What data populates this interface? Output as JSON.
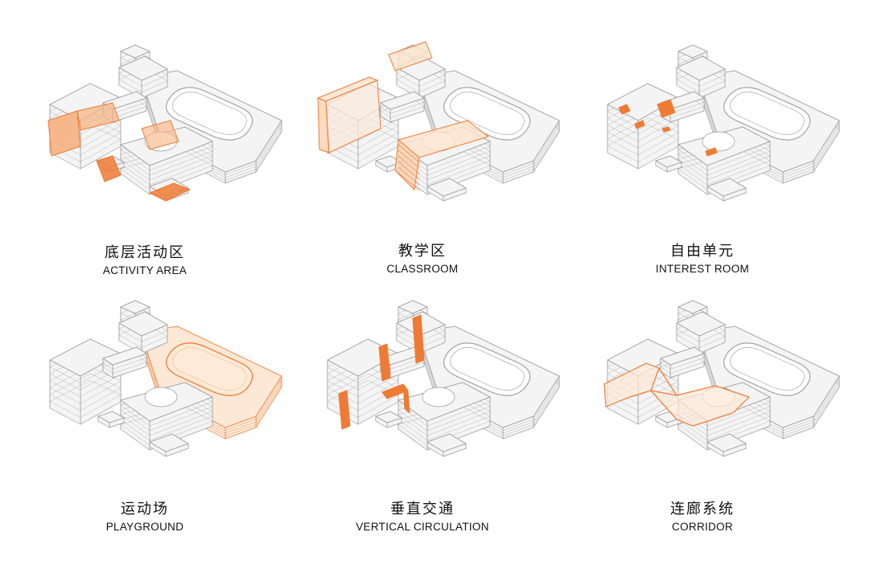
{
  "colors": {
    "highlight": "#ef7a33",
    "highlight_light": "#f7b27f",
    "building_fill": "#f4f4f4",
    "building_stroke": "#9a9a9a"
  },
  "panels": [
    {
      "id": "activity",
      "zh": "底层活动区",
      "en": "ACTIVITY AREA"
    },
    {
      "id": "classroom",
      "zh": "教学区",
      "en": "CLASSROOM"
    },
    {
      "id": "interest",
      "zh": "自由单元",
      "en": "INTEREST ROOM"
    },
    {
      "id": "playground",
      "zh": "运动场",
      "en": "PLAYGROUND"
    },
    {
      "id": "vertical",
      "zh": "垂直交通",
      "en": "VERTICAL CIRCULATION"
    },
    {
      "id": "corridor",
      "zh": "连廊系统",
      "en": "CORRIDOR"
    }
  ]
}
